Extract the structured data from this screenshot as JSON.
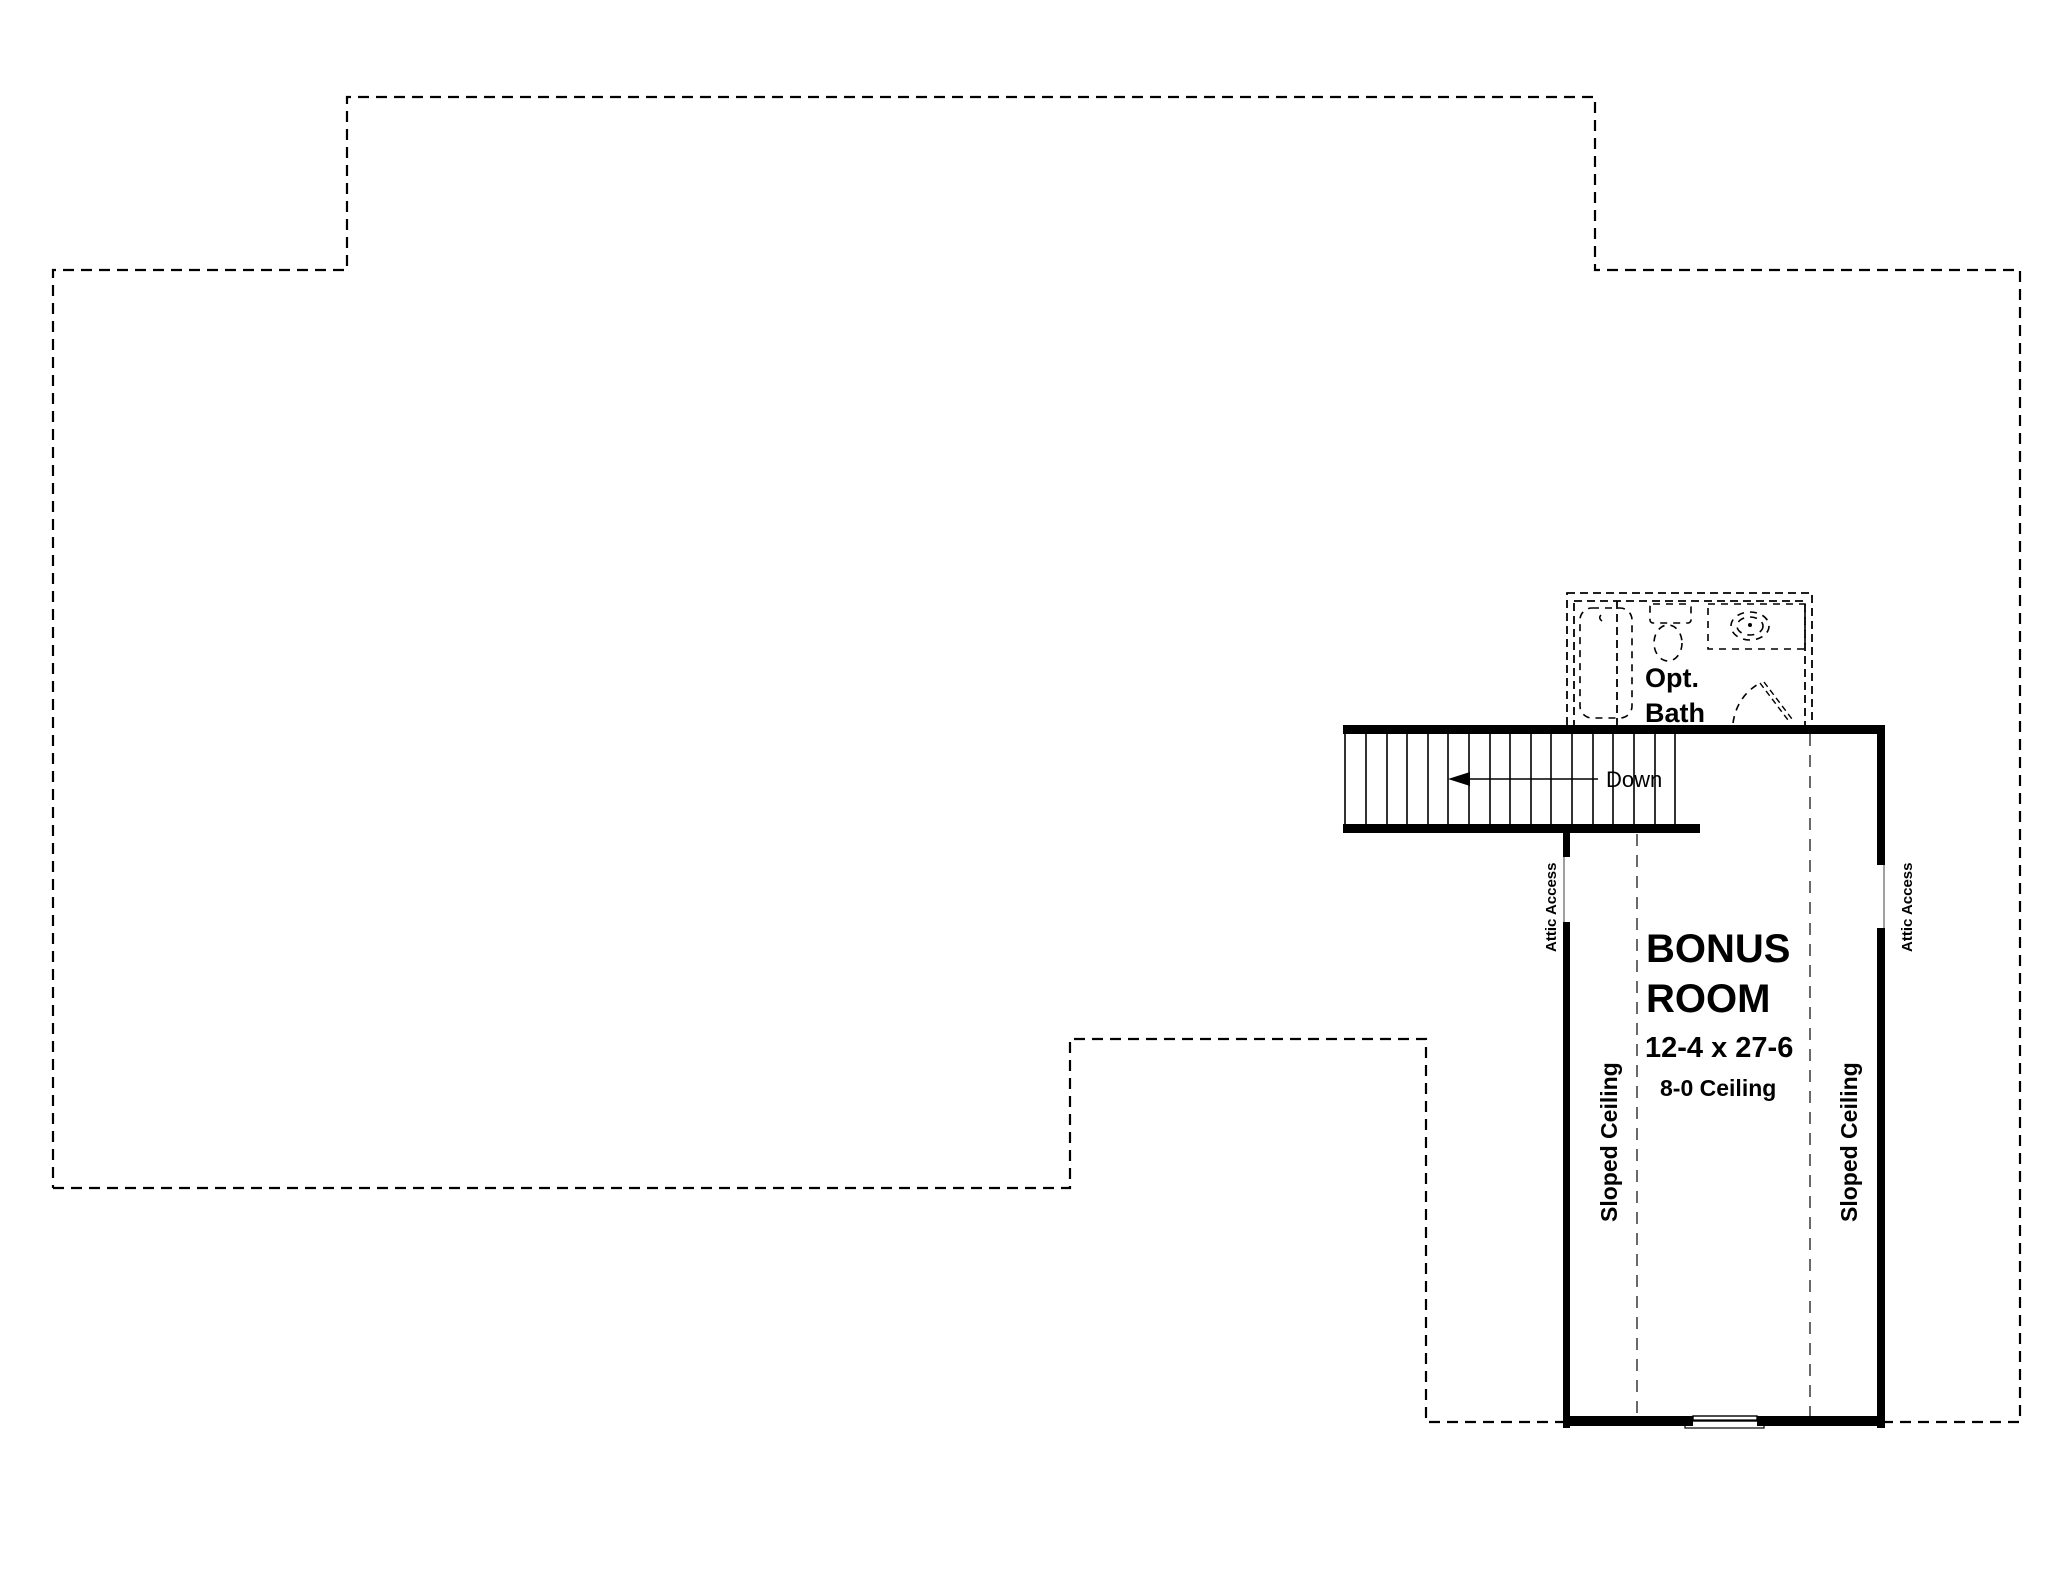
{
  "plan": {
    "type": "floor-plan",
    "level": "bonus room level",
    "background_color": "#ffffff",
    "line_color": "#000000"
  },
  "rooms": {
    "bonus_room": {
      "name_line1": "BONUS",
      "name_line2": "ROOM",
      "dimensions": "12-4 x 27-6",
      "ceiling": "8-0 Ceiling"
    },
    "opt_bath": {
      "name_line1": "Opt.",
      "name_line2": "Bath"
    }
  },
  "annotations": {
    "stairs_label": "Down",
    "attic_access_left": "Attic Access",
    "attic_access_right": "Attic Access",
    "sloped_ceiling_left": "Sloped Ceiling",
    "sloped_ceiling_right": "Sloped Ceiling"
  },
  "stairs": {
    "direction": "down",
    "tread_count": 17
  },
  "icons": {
    "stairs_arrow": "arrow-left-icon",
    "bathtub": "bathtub-icon",
    "toilet": "toilet-icon",
    "sink": "sink-icon",
    "door_swing": "door-swing-icon",
    "window": "window-icon"
  }
}
